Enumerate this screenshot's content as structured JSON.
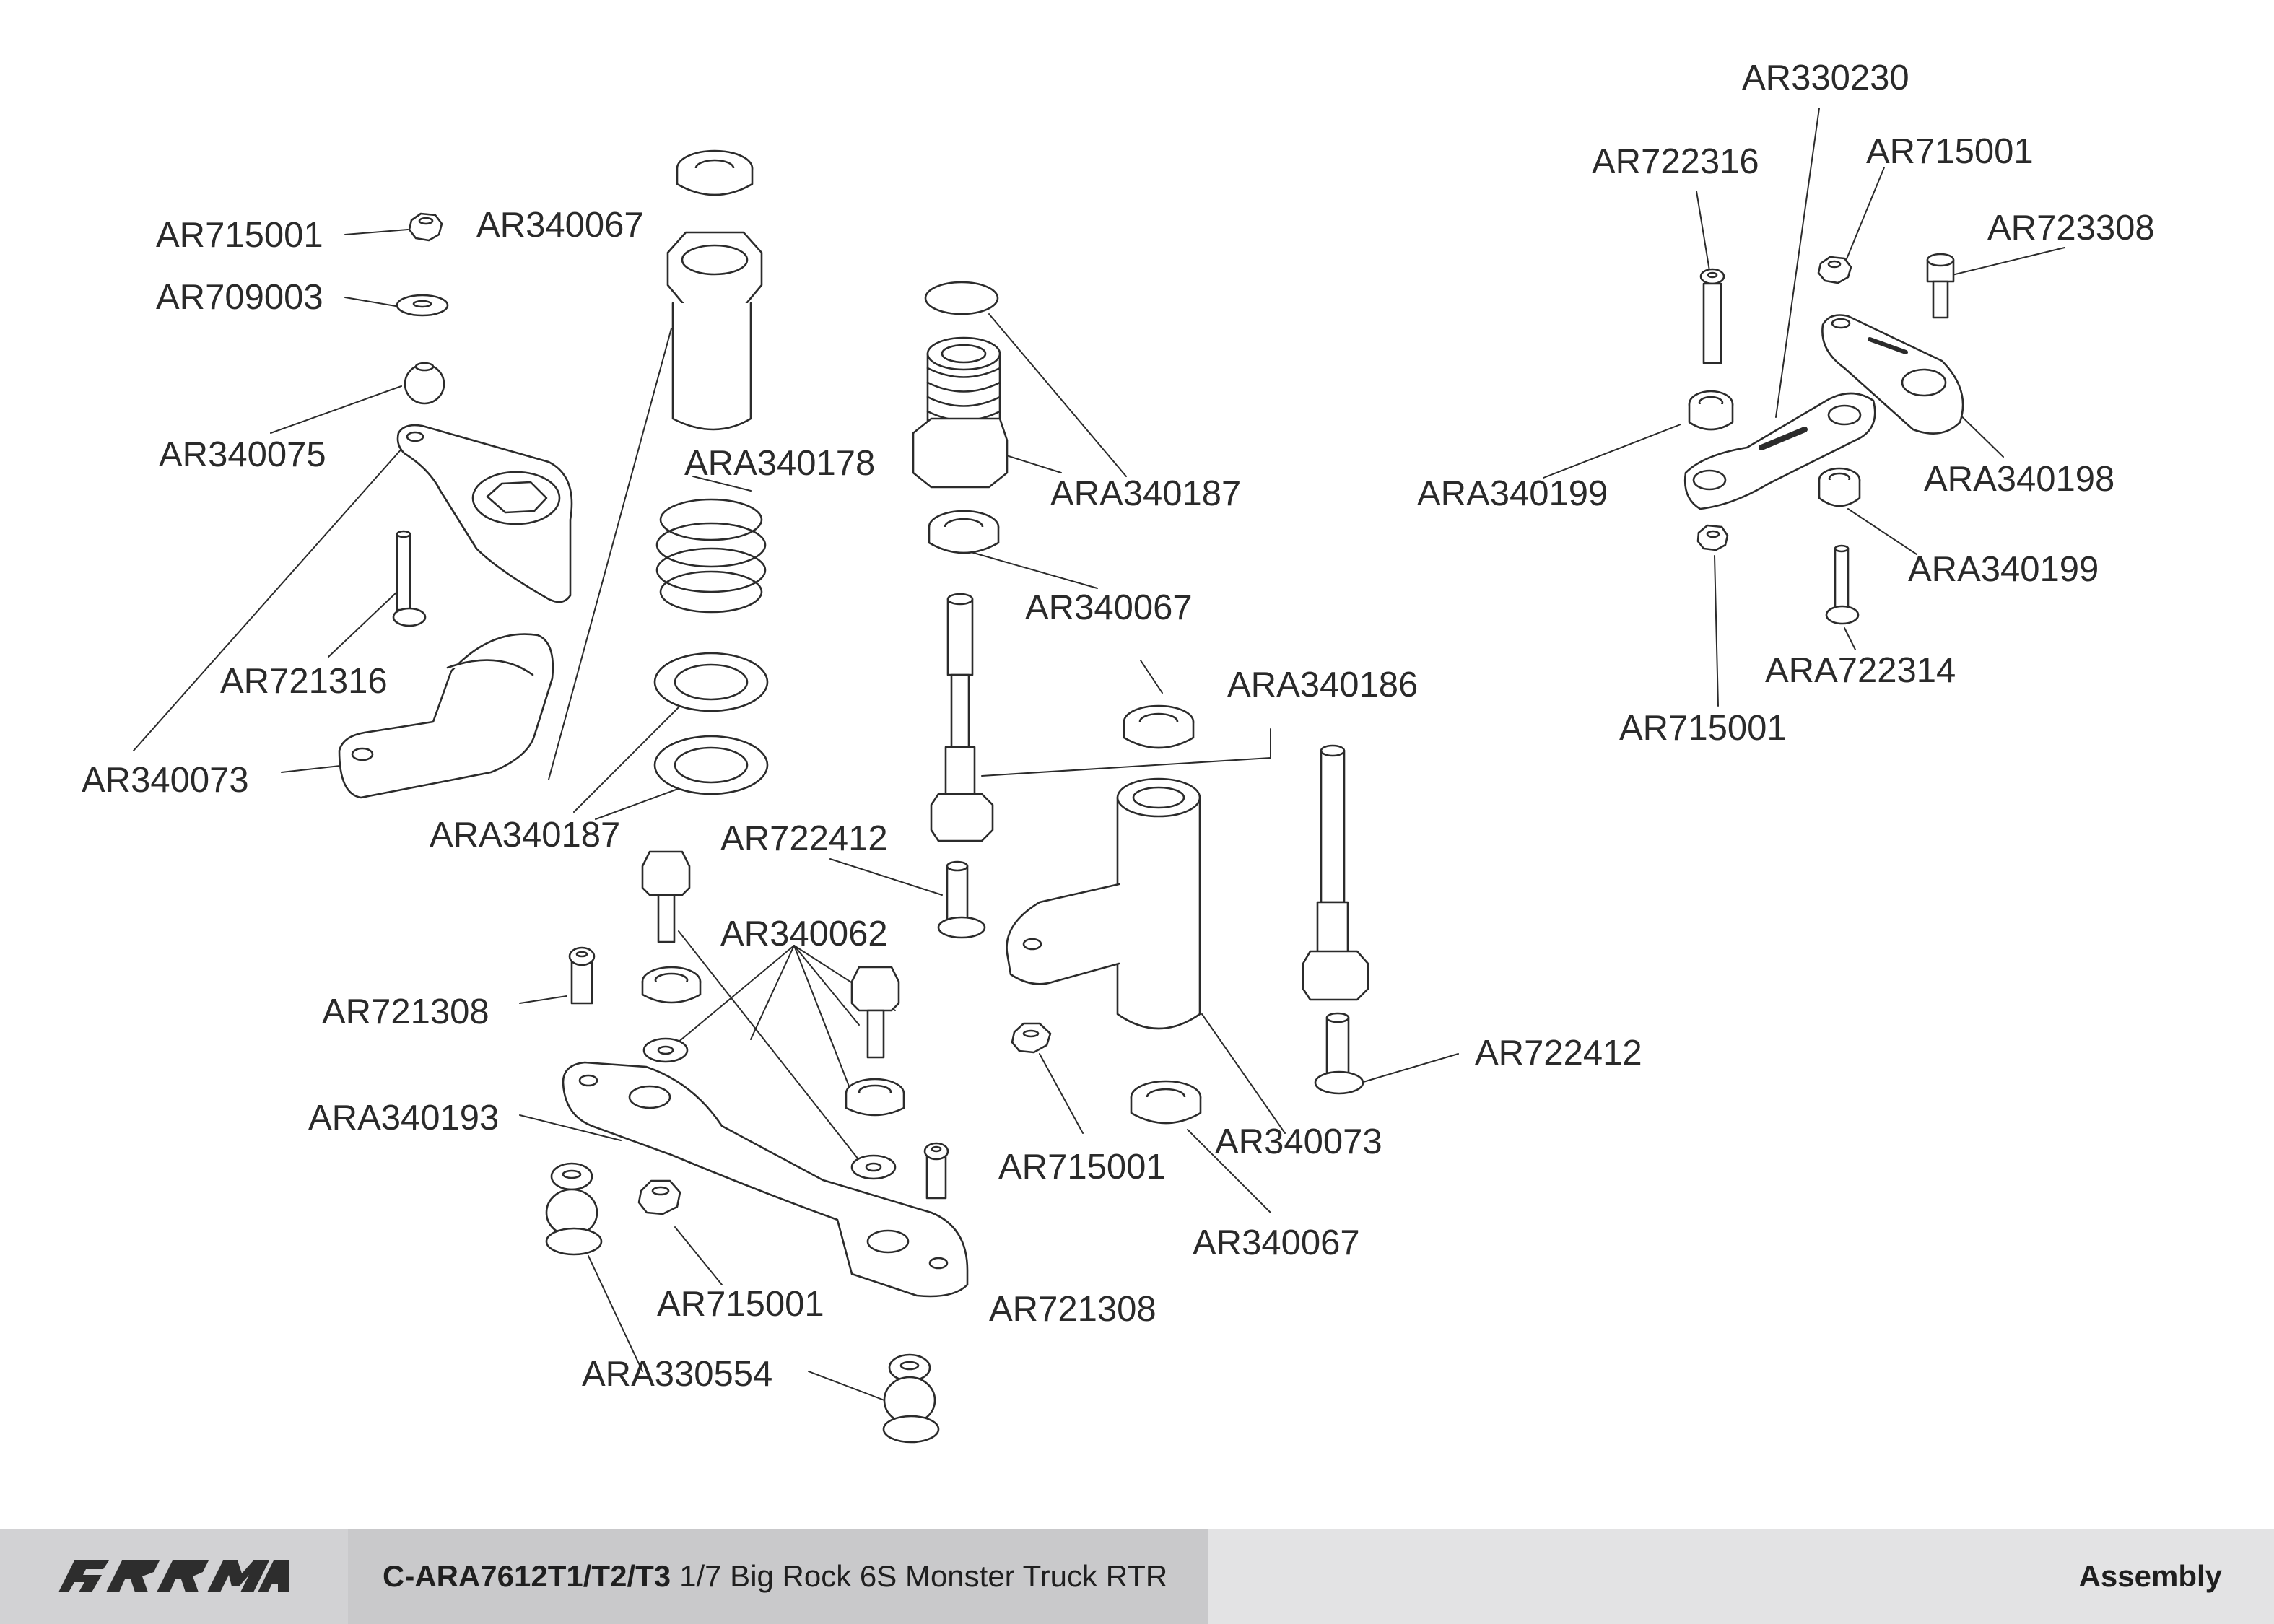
{
  "labels": [
    {
      "id": "l01",
      "text": "AR330230"
    },
    {
      "id": "l02",
      "text": "AR722316"
    },
    {
      "id": "l03",
      "text": "AR715001"
    },
    {
      "id": "l04",
      "text": "AR723308"
    },
    {
      "id": "l05",
      "text": "ARA340199"
    },
    {
      "id": "l06",
      "text": "ARA340198"
    },
    {
      "id": "l07",
      "text": "ARA340199"
    },
    {
      "id": "l08",
      "text": "ARA722314"
    },
    {
      "id": "l09",
      "text": "AR715001"
    },
    {
      "id": "l10",
      "text": "AR715001"
    },
    {
      "id": "l11",
      "text": "AR709003"
    },
    {
      "id": "l12",
      "text": "AR340075"
    },
    {
      "id": "l13",
      "text": "AR721316"
    },
    {
      "id": "l14",
      "text": "AR340073"
    },
    {
      "id": "l15",
      "text": "AR340067"
    },
    {
      "id": "l16",
      "text": "ARA340178"
    },
    {
      "id": "l17",
      "text": "ARA340187"
    },
    {
      "id": "l18",
      "text": "ARA340187"
    },
    {
      "id": "l19",
      "text": "AR340067"
    },
    {
      "id": "l20",
      "text": "ARA340186"
    },
    {
      "id": "l21",
      "text": "AR722412"
    },
    {
      "id": "l22",
      "text": "AR340062"
    },
    {
      "id": "l23",
      "text": "AR721308"
    },
    {
      "id": "l24",
      "text": "ARA340193"
    },
    {
      "id": "l25",
      "text": "AR715001"
    },
    {
      "id": "l26",
      "text": "AR340073"
    },
    {
      "id": "l27",
      "text": "AR722412"
    },
    {
      "id": "l28",
      "text": "AR340067"
    },
    {
      "id": "l29",
      "text": "AR715001"
    },
    {
      "id": "l30",
      "text": "AR721308"
    },
    {
      "id": "l31",
      "text": "ARA330554"
    }
  ],
  "footer": {
    "brand": "ARRMA",
    "model_code": "C-ARA7612T1/T2/T3",
    "model_name": "1/7 Big Rock 6S Monster Truck RTR",
    "section": "Assembly"
  },
  "colors": {
    "line": "#2b2b2b",
    "label": "#2a2a2a",
    "footer_logo_bg": "#d2d2d4",
    "footer_title_bg": "#c9c9cb",
    "footer_bg": "#e3e3e4"
  }
}
